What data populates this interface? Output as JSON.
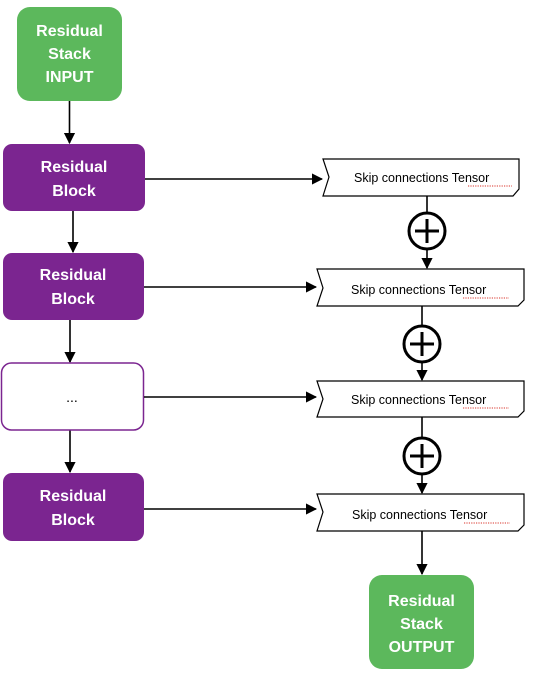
{
  "colors": {
    "green": "#5cb85c",
    "purple": "#7b2590",
    "ellipsis_border": "#7b2590",
    "line": "#000000",
    "misspell_underline": "#d9342b"
  },
  "input": {
    "line1": "Residual",
    "line2": "Stack",
    "line3": "INPUT"
  },
  "output": {
    "line1": "Residual",
    "line2": "Stack",
    "line3": "OUTPUT"
  },
  "blocks": [
    {
      "line1": "Residual",
      "line2": "Block"
    },
    {
      "line1": "Residual",
      "line2": "Block"
    },
    {
      "ellipsis": "..."
    },
    {
      "line1": "Residual",
      "line2": "Block"
    }
  ],
  "skip_labels": [
    {
      "text": "Skip connections ",
      "underlined": "Tensor"
    },
    {
      "text": "Skip connections ",
      "underlined": "Tensor"
    },
    {
      "text": "Skip connections ",
      "underlined": "Tensor"
    },
    {
      "text": "Skip connections ",
      "underlined": "Tensor"
    }
  ],
  "add_symbols": [
    "plus-circle-icon",
    "plus-circle-icon",
    "plus-circle-icon"
  ]
}
